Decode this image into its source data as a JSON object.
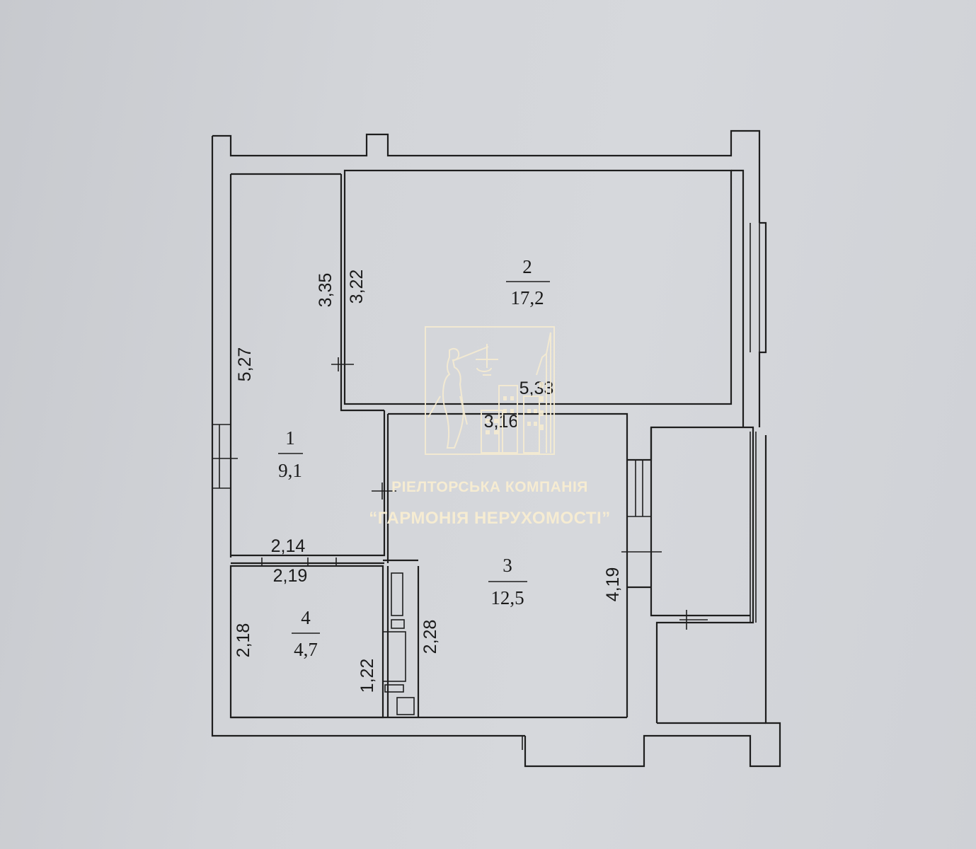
{
  "rooms": [
    {
      "number": "1",
      "area": "9,1"
    },
    {
      "number": "2",
      "area": "17,2"
    },
    {
      "number": "3",
      "area": "12,5"
    },
    {
      "number": "4",
      "area": "4,7"
    }
  ],
  "dimensions": {
    "d_5_27": "5,27",
    "d_3_35": "3,35",
    "d_3_22": "3,22",
    "d_5_33": "5,33",
    "d_3_16": "3,16",
    "d_2_14": "2,14",
    "d_2_19": "2,19",
    "d_2_18": "2,18",
    "d_1_22": "1,22",
    "d_2_28": "2,28",
    "d_4_19": "4,19"
  },
  "watermark": {
    "line1": "РІЕЛТОРСЬКА КОМПАНІЯ",
    "line2": "“ГАРМОНІЯ НЕРУХОМОСТІ”",
    "logo_color": "#f6ecd2"
  },
  "colors": {
    "paper": "#d3d5d9",
    "ink": "#1e1e1e"
  }
}
